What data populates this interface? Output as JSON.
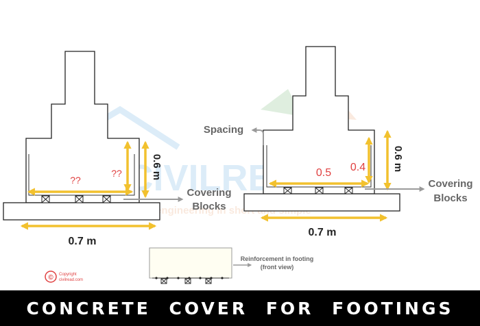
{
  "watermark": {
    "brand": "CIVILREAD",
    "tagline": "Learn Civil engineering in short and simple"
  },
  "left_footing": {
    "unknown_width": "??",
    "unknown_height": "??",
    "height_dim": "0.6 m",
    "width_dim": "0.7 m",
    "covering_blocks": [
      "Covering",
      "Blocks"
    ]
  },
  "right_footing": {
    "spacing_label": "Spacing",
    "width_value": "0.5",
    "height_value": "0.4",
    "height_dim": "0.6 m",
    "width_dim": "0.7 m",
    "covering_blocks": [
      "Covering",
      "Blocks"
    ]
  },
  "reinforcement": [
    "Reinforcement in footing",
    "(front view)"
  ],
  "copyright": {
    "line1": "Copyright",
    "line2": "civilread.com"
  },
  "title": "CONCRETE COVER FOR FOOTINGS",
  "colors": {
    "dimension": "#f2c12e",
    "unknown": "#e04040",
    "arrow": "#9a9a9a",
    "title_bar": "#000000"
  }
}
